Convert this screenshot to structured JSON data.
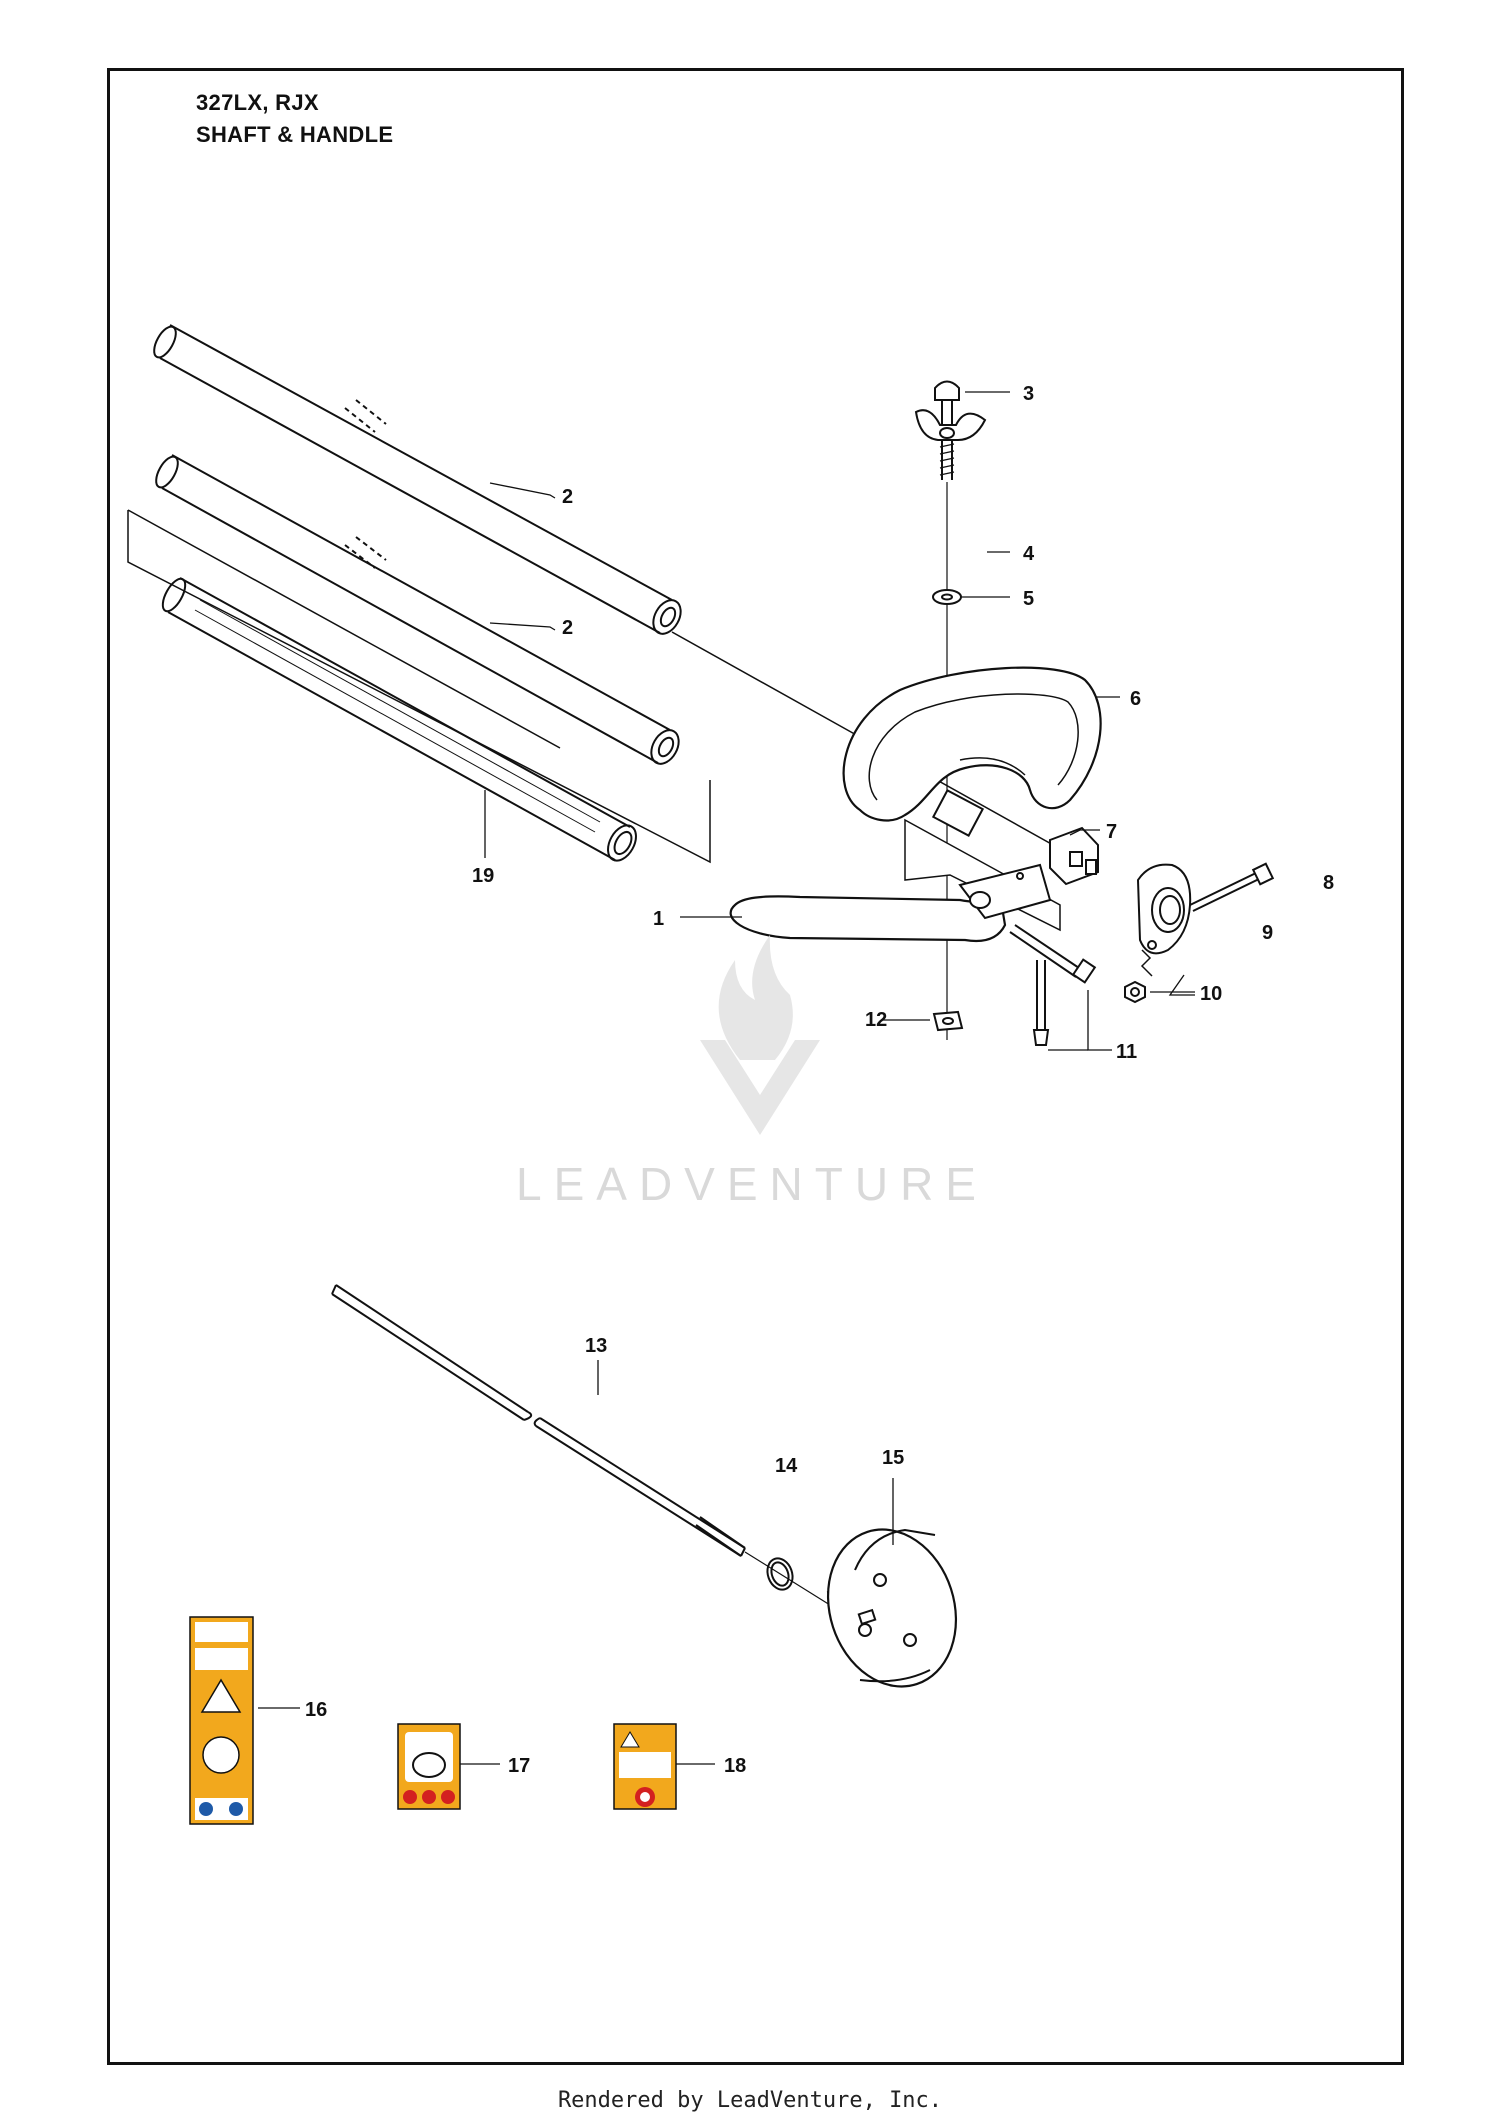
{
  "header": {
    "model": "327LX, RJX",
    "section": "SHAFT & HANDLE"
  },
  "watermark": "LEADVENTURE",
  "footer": "Rendered by LeadVenture, Inc.",
  "callouts": [
    "1",
    "2",
    "2",
    "3",
    "4",
    "5",
    "6",
    "7",
    "8",
    "9",
    "10",
    "11",
    "12",
    "13",
    "14",
    "15",
    "16",
    "17",
    "18",
    "19"
  ],
  "colors": {
    "line": "#111111",
    "decal": "#f2a81d",
    "watermark": "#d9d9d9"
  }
}
